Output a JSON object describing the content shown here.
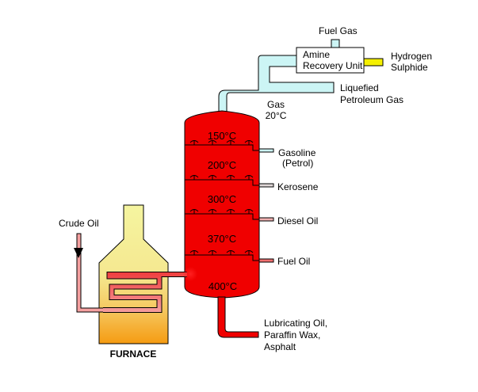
{
  "diagram": {
    "title": "Fractional Distillation of Crude Oil",
    "input": {
      "label": "Crude Oil"
    },
    "furnace": {
      "label": "FURNACE"
    },
    "column": {
      "temperatures": [
        "150°C",
        "200°C",
        "300°C",
        "370°C",
        "400°C"
      ],
      "top": {
        "label_line1": "Gas",
        "label_line2": "20°C"
      }
    },
    "amine_unit": {
      "label_line1": "Amine",
      "label_line2": "Recovery Unit"
    },
    "outputs": {
      "fuel_gas": "Fuel Gas",
      "hydrogen_sulphide": [
        "Hydrogen",
        "Sulphide"
      ],
      "lpg": [
        "Liquefied",
        "Petroleum Gas"
      ],
      "gasoline": [
        "Gasoline",
        "(Petrol)"
      ],
      "kerosene": "Kerosene",
      "diesel": "Diesel Oil",
      "fuel_oil": "Fuel Oil",
      "residue": [
        "Lubricating Oil,",
        "Paraffin Wax,",
        "Asphalt"
      ]
    },
    "colors": {
      "gas_pipe": "#ccf5f5",
      "h2s_pipe": "#f5f000",
      "column_top": "#d0f5f5",
      "column_bottom": "#f00000",
      "furnace_top": "#f5f5a0",
      "furnace_bottom": "#f5a020",
      "crude_pipe": "#f5a0a0",
      "hot_pipe": "#f03030"
    }
  }
}
